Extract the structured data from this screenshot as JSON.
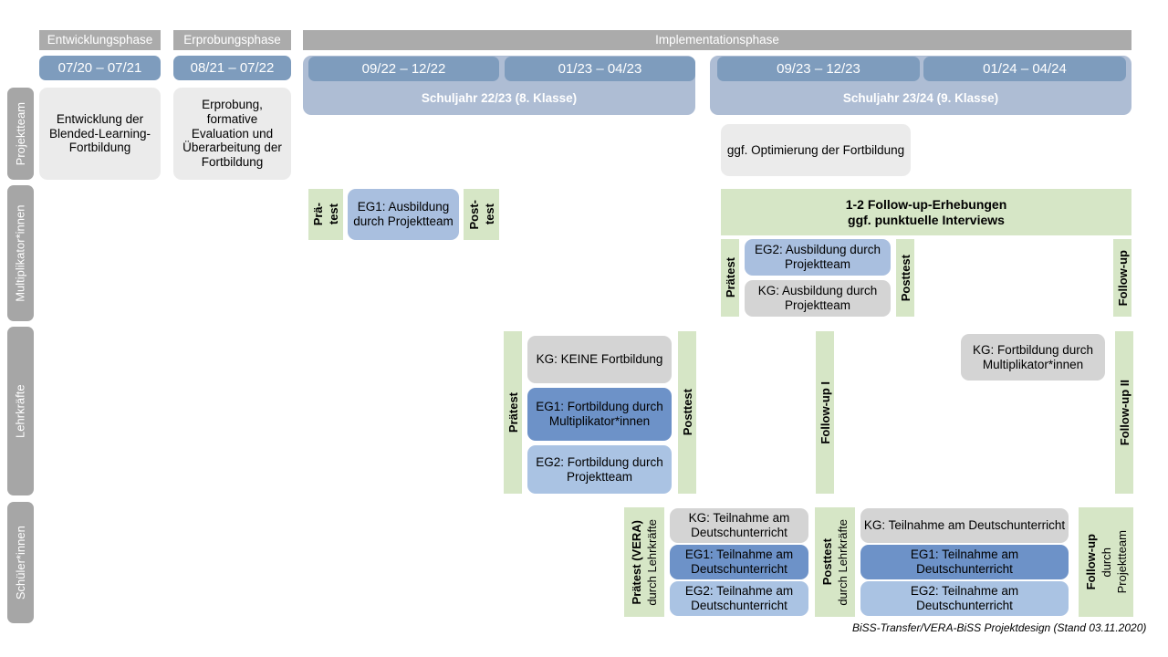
{
  "diagram": {
    "title": "BiSS-Transfer/VERA-BiSS Projektdesign",
    "footer": "BiSS-Transfer/VERA-BiSS Projektdesign (Stand 03.11.2020)",
    "colors": {
      "phase_header": "#ababab",
      "period_pill": "#7e9cbd",
      "school_year_band": "#aebdd4",
      "row_label": "#a6a6a6",
      "grey_card": "#ebebeb",
      "grey_card_alt": "#d4d4d4",
      "blue_dark": "#6d92c8",
      "blue_mid": "#a9bfdf",
      "blue_light": "#aac3e3",
      "green_bar": "#d6e6c6"
    }
  },
  "phases": [
    {
      "id": "entwicklung",
      "label": "Entwicklungsphase"
    },
    {
      "id": "erprobung",
      "label": "Erprobungsphase"
    },
    {
      "id": "implementation",
      "label": "Implementationsphase"
    }
  ],
  "periods": [
    {
      "id": "p1",
      "label": "07/20 – 07/21"
    },
    {
      "id": "p2",
      "label": "08/21 – 07/22"
    },
    {
      "id": "p3",
      "label": "09/22 – 12/22"
    },
    {
      "id": "p4",
      "label": "01/23 – 04/23"
    },
    {
      "id": "p5",
      "label": "09/23 – 12/23"
    },
    {
      "id": "p6",
      "label": "01/24 – 04/24"
    }
  ],
  "school_years": [
    {
      "id": "sy1",
      "label": "Schuljahr 22/23 (8. Klasse)"
    },
    {
      "id": "sy2",
      "label": "Schuljahr 23/24 (9. Klasse)"
    }
  ],
  "rows": [
    {
      "id": "projektteam",
      "label": "Projektteam"
    },
    {
      "id": "multiplikator",
      "label": "Multiplikator*innen"
    },
    {
      "id": "lehrkraefte",
      "label": "Lehrkräfte"
    },
    {
      "id": "schueler",
      "label": "Schüler*innen"
    }
  ],
  "projektteam": {
    "card1": "Entwicklung der Blended-Learning-Fortbildung",
    "card2": "Erprobung, formative Evaluation und Überarbeitung der Fortbildung",
    "card3": "ggf. Optimierung der Fortbildung"
  },
  "multiplikator": {
    "praetest_left_line1": "Prä-",
    "praetest_left_line2": "test",
    "eg1_card": "EG1: Ausbildung durch Projektteam",
    "posttest_left_line1": "Post-",
    "posttest_left_line2": "test",
    "followup_banner_line1": "1-2 Follow-up-Erhebungen",
    "followup_banner_line2": "ggf. punktuelle Interviews",
    "praetest_right": "Prätest",
    "eg2_card": "EG2:  Ausbildung durch Projektteam",
    "kg_card": "KG: Ausbildung durch Projektteam",
    "posttest_right": "Posttest",
    "followup_right": "Follow-up"
  },
  "lehrkraefte": {
    "praetest": "Prätest",
    "kg_card": "KG:  KEINE Fortbildung",
    "eg1_card": "EG1: Fortbildung durch Multiplikator*innen",
    "eg2_card": "EG2: Fortbildung durch Projektteam",
    "posttest": "Posttest",
    "followup1": "Follow-up I",
    "kg_card2": "KG: Fortbildung durch Multiplikator*innen",
    "followup2": "Follow-up II"
  },
  "schueler": {
    "praetest_bold": "Prätest (VERA)",
    "praetest_sub": "durch Lehrkräfte",
    "kg_card_left": "KG: Teilnahme am Deutschunterricht",
    "eg1_card_left": "EG1: Teilnahme am Deutschunterricht",
    "eg2_card_left": "EG2: Teilnahme am Deutschunterricht",
    "posttest_bold": "Posttest",
    "posttest_sub": "durch Lehrkräfte",
    "kg_card_right": "KG: Teilnahme am Deutschunterricht",
    "eg1_card_right": "EG1: Teilnahme am Deutschunterricht",
    "eg2_card_right": "EG2: Teilnahme am Deutschunterricht",
    "followup_bold": "Follow-up",
    "followup_sub1": "durch",
    "followup_sub2": "Projektteam"
  }
}
